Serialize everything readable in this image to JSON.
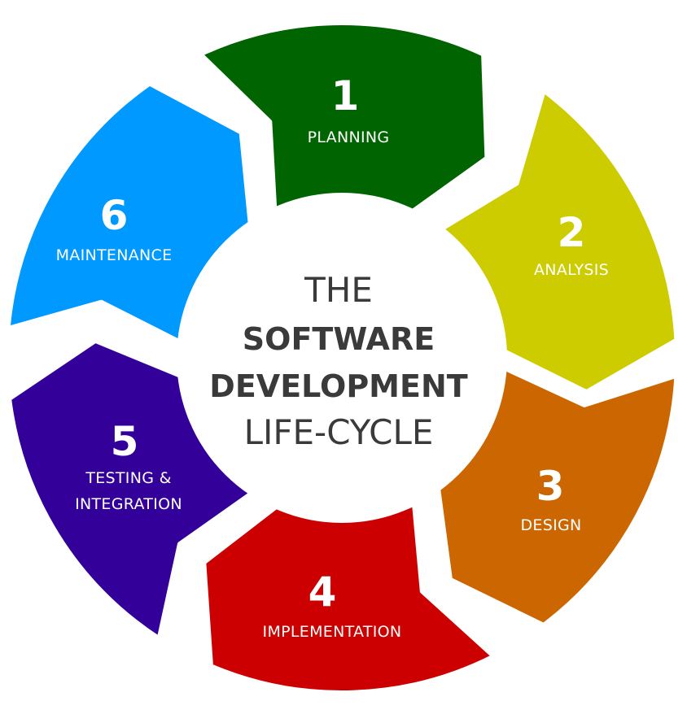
{
  "center": {
    "line1": "THE",
    "line2": "SOFTWARE",
    "line3": "DEVELOPMENT",
    "line4": "LIFE-CYCLE"
  },
  "segments": [
    {
      "number": "1",
      "label": "PLANNING",
      "color": "#006400"
    },
    {
      "number": "2",
      "label": "ANALYSIS",
      "color": "#CCCC00"
    },
    {
      "number": "3",
      "label": "DESIGN",
      "color": "#CC6600"
    },
    {
      "number": "4",
      "label": "IMPLEMENTATION",
      "color": "#CC0000"
    },
    {
      "number": "5",
      "label_line1": "TESTING &",
      "label_line2": "INTEGRATION",
      "color": "#330099"
    },
    {
      "number": "6",
      "label": "MAINTENANCE",
      "color": "#0099FF"
    }
  ]
}
